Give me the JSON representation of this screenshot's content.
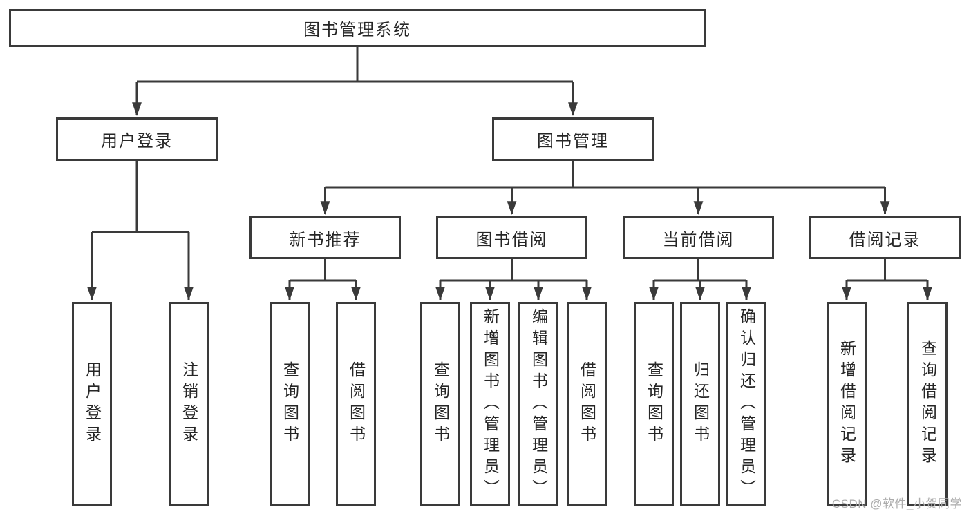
{
  "colors": {
    "line": "#3a3a3a",
    "box_border": "#3a3a3a",
    "text": "#262626",
    "watermark": "#ababab",
    "background": "#ffffff"
  },
  "diagram": {
    "root": {
      "label": "图书管理系统"
    },
    "branches": [
      {
        "label": "用户登录",
        "children": [
          {
            "label": "用户登录"
          },
          {
            "label": "注销登录"
          }
        ]
      },
      {
        "label": "图书管理",
        "children": [
          {
            "label": "新书推荐",
            "children": [
              {
                "label": "查询图书"
              },
              {
                "label": "借阅图书"
              }
            ]
          },
          {
            "label": "图书借阅",
            "children": [
              {
                "label": "查询图书"
              },
              {
                "label": "新增图书（管理员）"
              },
              {
                "label": "编辑图书（管理员）"
              },
              {
                "label": "借阅图书"
              }
            ]
          },
          {
            "label": "当前借阅",
            "children": [
              {
                "label": "查询图书"
              },
              {
                "label": "归还图书"
              },
              {
                "label": "确认归还（管理员）"
              }
            ]
          },
          {
            "label": "借阅记录",
            "children": [
              {
                "label": "新增借阅记录"
              },
              {
                "label": "查询借阅记录"
              }
            ]
          }
        ]
      }
    ]
  },
  "watermark": {
    "text": "CSDN @软件_小贺同学"
  }
}
